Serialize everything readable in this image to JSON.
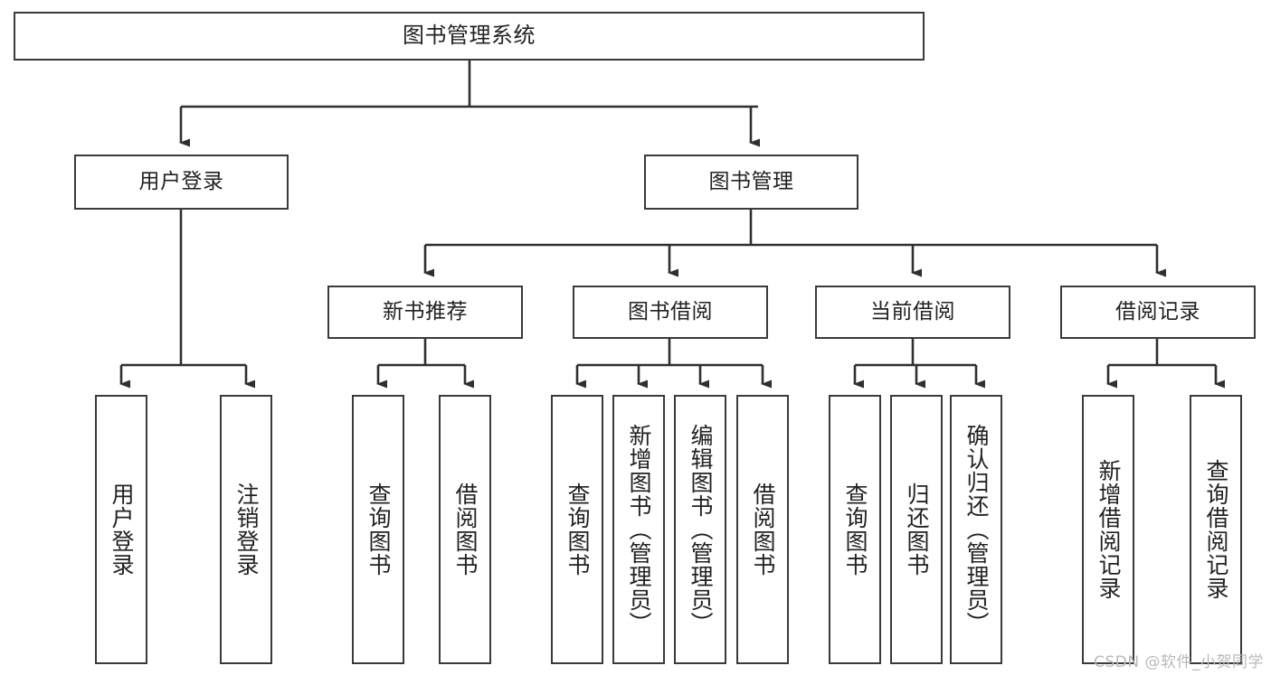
{
  "diagram": {
    "title": "图书管理系统",
    "watermark": "CSDN @软件_小贺同学",
    "colors": {
      "border": "#3a3a3a",
      "text": "#222222",
      "background": "#ffffff",
      "edge": "#2f2f2f",
      "watermark": "#b9b9b9"
    },
    "root": {
      "label": "图书管理系统"
    },
    "level2": [
      {
        "label": "用户登录"
      },
      {
        "label": "图书管理"
      }
    ],
    "level3": [
      {
        "label": "新书推荐"
      },
      {
        "label": "图书借阅"
      },
      {
        "label": "当前借阅"
      },
      {
        "label": "借阅记录"
      }
    ],
    "leaves": {
      "user_login": [
        {
          "label": "用户登录"
        },
        {
          "label": "注销登录"
        }
      ],
      "new_book_recommend": [
        {
          "label": "查询图书"
        },
        {
          "label": "借阅图书"
        }
      ],
      "book_borrow": [
        {
          "label": "查询图书"
        },
        {
          "label": "新增图书（管理员）"
        },
        {
          "label": "编辑图书（管理员）"
        },
        {
          "label": "借阅图书"
        }
      ],
      "current_borrow": [
        {
          "label": "查询图书"
        },
        {
          "label": "归还图书"
        },
        {
          "label": "确认归还（管理员）"
        }
      ],
      "borrow_record": [
        {
          "label": "新增借阅记录"
        },
        {
          "label": "查询借阅记录"
        }
      ]
    }
  }
}
